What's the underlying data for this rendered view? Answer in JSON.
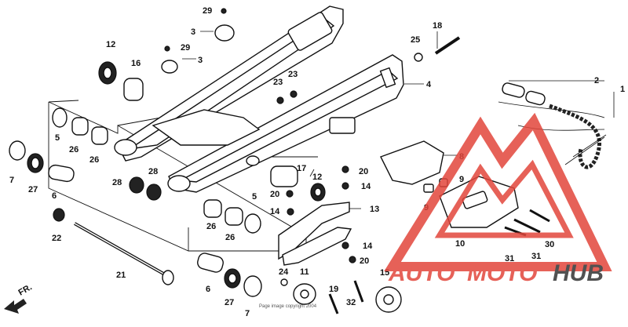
{
  "diagram": {
    "callouts": {
      "c1": "1",
      "c2": "2",
      "c3a": "3",
      "c3b": "3",
      "c4": "4",
      "c5a": "5",
      "c5b": "5",
      "c6a": "6",
      "c6b": "6",
      "c7a": "7",
      "c7b": "7",
      "c8": "8",
      "c9a": "9",
      "c9b": "9",
      "c10": "10",
      "c11": "11",
      "c12a": "12",
      "c12b": "12",
      "c13": "13",
      "c14a": "14",
      "c14b": "14",
      "c14c": "14",
      "c15": "15",
      "c16": "16",
      "c17": "17",
      "c18": "18",
      "c19": "19",
      "c20a": "20",
      "c20b": "20",
      "c20c": "20",
      "c21": "21",
      "c22": "22",
      "c23a": "23",
      "c23b": "23",
      "c24": "24",
      "c25": "25",
      "c26a": "26",
      "c26b": "26",
      "c26c": "26",
      "c26d": "26",
      "c27a": "27",
      "c27b": "27",
      "c28a": "28",
      "c28b": "28",
      "c29a": "29",
      "c29b": "29",
      "c30": "30",
      "c31a": "31",
      "c31b": "31",
      "c32": "32"
    },
    "direction_label": "FR.",
    "footer_text": "Page image copyright 2004"
  },
  "watermark": {
    "text_auto": "AUTO",
    "text_moto": "MOTO",
    "text_hub": "HUB",
    "color_red": "#e2463c",
    "color_dark": "#333333"
  }
}
